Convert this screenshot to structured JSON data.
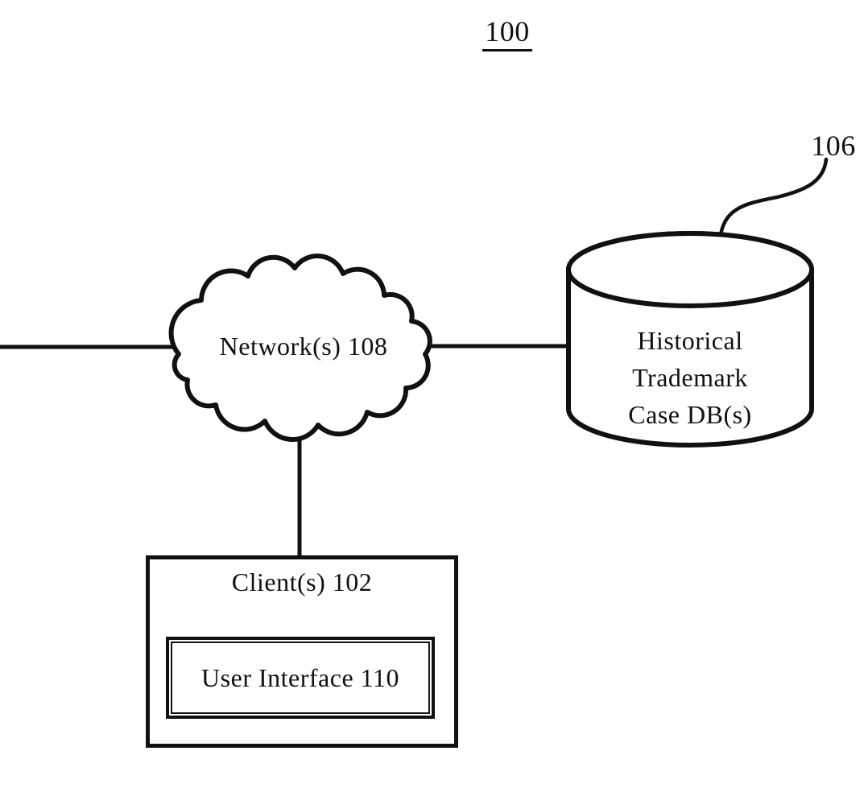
{
  "figure": {
    "title_ref": "100",
    "colors": {
      "ink": "#111111",
      "background": "#ffffff"
    }
  },
  "nodes": {
    "network": {
      "label": "Network(s) 108",
      "shape": "cloud"
    },
    "database": {
      "label": "Historical\nTrademark\nCase DB(s)",
      "ref_label": "106",
      "shape": "cylinder"
    },
    "client": {
      "label": "Client(s) 102",
      "shape": "rectangle"
    },
    "user_interface": {
      "label": "User Interface 110",
      "shape": "double-rectangle"
    }
  },
  "connections": [
    {
      "from": "off-canvas-left",
      "to": "network"
    },
    {
      "from": "network",
      "to": "database"
    },
    {
      "from": "network",
      "to": "client"
    },
    {
      "from": "ref-106",
      "to": "database"
    }
  ]
}
